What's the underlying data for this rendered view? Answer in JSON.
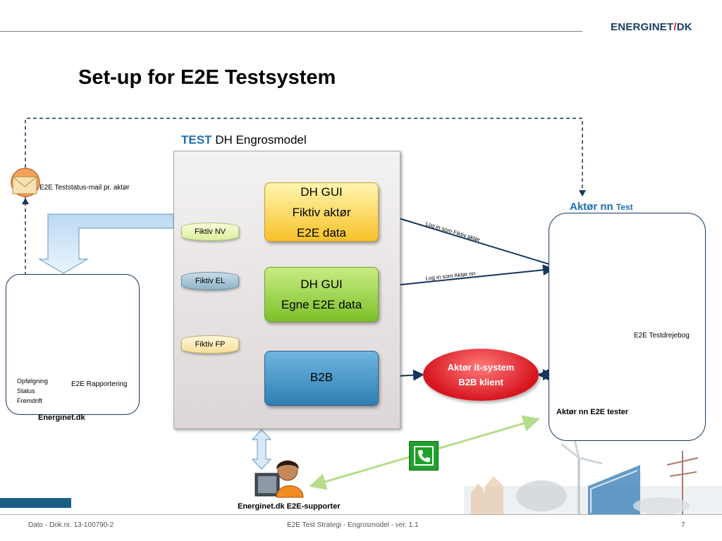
{
  "header": {
    "logo_main": "ENERGINET",
    "logo_slash": "/",
    "logo_suffix": "DK",
    "title": "Set-up for E2E Testsystem"
  },
  "engros": {
    "label_test": "TEST",
    "label_rest": "DH Engrosmodel",
    "gui_fiktiv": {
      "line1": "DH GUI",
      "line2": "Fiktiv aktør",
      "line3": "E2E data"
    },
    "gui_egne": {
      "line1": "DH GUI",
      "line2": "Egne E2E data"
    },
    "b2b": "B2B",
    "cyl_nv": "Fiktiv NV",
    "cyl_el": "Fiktiv EL",
    "cyl_fp": "Fiktiv FP"
  },
  "left": {
    "mail_label": "E2E Teststatus-mail pr. aktør",
    "opfolgning": "Opfølgning",
    "status": "Status",
    "fremdrift": "Fremdrift",
    "rapportering": "E2E Rapportering",
    "box_label": "Energinet.dk"
  },
  "right": {
    "aktor_nn": "Aktør nn",
    "aktor_nn_test": "Test",
    "testdrejebog": "E2E Testdrejebog",
    "tester": "Aktør nn E2E tester",
    "login_fiktiv": "Log in som Fiktiv aktør",
    "login_aktor": "Log in som Aktør nn"
  },
  "itsystem": {
    "line1": "Aktør it-system",
    "line2": "B2B klient"
  },
  "supporter": "Energinet.dk E2E-supporter",
  "footer": {
    "left": "Dato - Dok.nr. 13-100790-2",
    "center": "E2E Test Strategi - Engrosmodel - ver. 1.1",
    "page": "7"
  },
  "colors": {
    "accent_blue": "#1d6fb5",
    "navy": "#17365d",
    "red": "#d8151f",
    "green": "#7cc12a",
    "yellow": "#f7c12a"
  }
}
